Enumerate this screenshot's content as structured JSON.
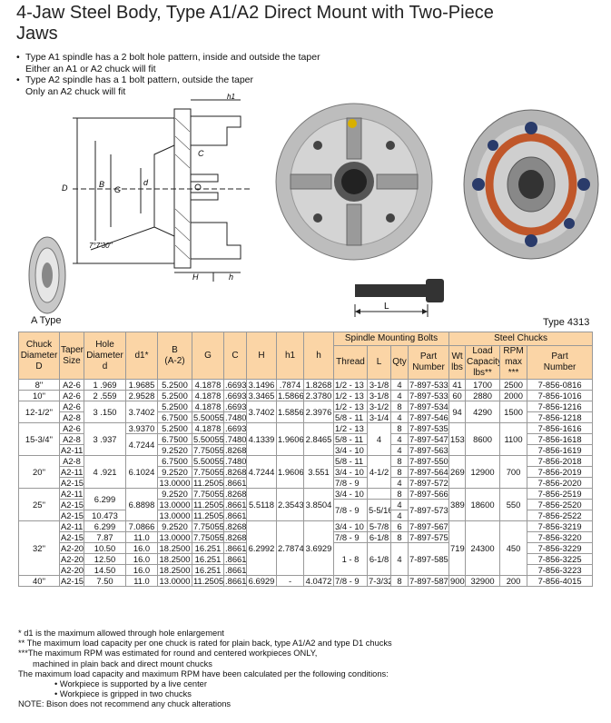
{
  "title": "4-Jaw Steel Body, Type A1/A2 Direct Mount with Two-Piece Jaws",
  "bullets": [
    {
      "line1": "Type A1 spindle has a 2 bolt hole pattern, inside and outside the taper",
      "line2": "Either an A1 or A2 chuck will fit"
    },
    {
      "line1": "Type A2 spindle has a 1 bolt pattern, outside the taper",
      "line2": "Only an A2 chuck will fit"
    }
  ],
  "figure_labels": {
    "a_type": "A Type",
    "type_4313": "Type 4313",
    "angle": "7°7'30''",
    "dim_h1": "h1",
    "dim_c": "C",
    "dim_d": "D",
    "dim_b": "B",
    "dim_g": "G",
    "dim_d_small": "d",
    "dim_h_cap": "H",
    "dim_h": "h",
    "dim_l": "L"
  },
  "table": {
    "headers": {
      "chuck_diameter": [
        "Chuck",
        "Diameter",
        "D"
      ],
      "taper_size": [
        "Taper",
        "Size"
      ],
      "hole_diameter": [
        "Hole",
        "Diameter",
        "d"
      ],
      "d1": "d1*",
      "b": [
        "B",
        "(A-2)"
      ],
      "g": "G",
      "c": "C",
      "h_cap": "H",
      "h1": "h1",
      "h": "h",
      "spindle_group": "Spindle Mounting Bolts",
      "thread": "Thread",
      "l": "L",
      "qty": "Qty",
      "part": [
        "Part",
        "Number"
      ],
      "steel_group": "Steel Chucks",
      "wt": [
        "Wt",
        "lbs"
      ],
      "load": [
        "Load",
        "Capacity",
        "lbs**"
      ],
      "rpm": [
        "RPM",
        "max",
        "***"
      ],
      "part2": [
        "Part",
        "Number"
      ]
    },
    "groups": [
      {
        "d": "8''",
        "d1": "1.9685",
        "h_cap": "3.1496",
        "h1": ".7874",
        "h": "1.8268",
        "wt": "41",
        "load": "1700",
        "rpm": "2500",
        "rows": [
          {
            "taper": "A2-6",
            "hole": "1 .969",
            "b": "5.2500",
            "g": "4.1878",
            "c": ".6693",
            "thread": "1/2 - 13",
            "l": "3-1/8",
            "qty": "4",
            "part": "7-897-533",
            "part2": "7-856-0816"
          }
        ]
      },
      {
        "d": "10''",
        "d1": "2.9528",
        "h_cap": "3.3465",
        "h1": "1.5866",
        "h": "2.3780",
        "wt": "60",
        "load": "2880",
        "rpm": "2000",
        "rows": [
          {
            "taper": "A2-6",
            "hole": "2 .559",
            "b": "5.2500",
            "g": "4.1878",
            "c": ".6693",
            "thread": "1/2 - 13",
            "l": "3-1/8",
            "qty": "4",
            "part": "7-897-533",
            "part2": "7-856-1016"
          }
        ]
      },
      {
        "d": "12-1/2''",
        "hole": "3 .150",
        "d1": "3.7402",
        "h_cap": "3.7402",
        "h1": "1.5856",
        "h": "2.3976",
        "wt": "94",
        "load": "4290",
        "rpm": "1500",
        "rows": [
          {
            "taper": "A2-6",
            "b": "5.2500",
            "g": "4.1878",
            "c": ".6693",
            "thread": "1/2 - 13",
            "l": "3-1/2",
            "qty": "8",
            "part": "7-897-534",
            "part2": "7-856-1216"
          },
          {
            "taper": "A2-8",
            "b": "6.7500",
            "g": "5.50055",
            "c": ".7480",
            "thread": "5/8 - 11",
            "l": "3-1/4",
            "qty": "4",
            "part": "7-897-546",
            "part2": "7-856-1218"
          }
        ]
      },
      {
        "d": "15-3/4''",
        "hole": "3 .937",
        "d1_top": "3.9370",
        "d1": "4.7244",
        "h_cap": "4.1339",
        "h1": "1.9606",
        "h": "2.8465",
        "l": "4",
        "wt": "153",
        "load": "8600",
        "rpm": "1100",
        "rows": [
          {
            "taper": "A2-6",
            "b": "5.2500",
            "g": "4.1878",
            "c": ".6693",
            "thread": "1/2 - 13",
            "qty": "8",
            "part": "7-897-535",
            "part2": "7-856-1616"
          },
          {
            "taper": "A2-8",
            "b": "6.7500",
            "g": "5.50055",
            "c": ".7480",
            "thread": "5/8 - 11",
            "qty": "4",
            "part": "7-897-547",
            "part2": "7-856-1618"
          },
          {
            "taper": "A2-11",
            "b": "9.2520",
            "g": "7.75055",
            "c": ".8268",
            "thread": "3/4 - 10",
            "qty": "4",
            "part": "7-897-563",
            "part2": "7-856-1619"
          }
        ]
      },
      {
        "d": "20''",
        "hole": "4 .921",
        "d1": "6.1024",
        "h_cap": "4.7244",
        "h1": "1.9606",
        "h": "3.551",
        "l": "4-1/2",
        "wt": "269",
        "load": "12900",
        "rpm": "700",
        "rows": [
          {
            "taper": "A2-8",
            "b": "6.7500",
            "g": "5.50055",
            "c": ".7480",
            "thread": "5/8 - 11",
            "qty": "8",
            "part": "7-897-550",
            "part2": "7-856-2018"
          },
          {
            "taper": "A2-11",
            "b": "9.2520",
            "g": "7.75055",
            "c": ".8268",
            "thread": "3/4 - 10",
            "qty": "8",
            "part": "7-897-564",
            "part2": "7-856-2019"
          },
          {
            "taper": "A2-15",
            "b": "13.0000",
            "g": "11.2505",
            "c": ".8661",
            "thread": "7/8 - 9",
            "qty": "4",
            "part": "7-897-572",
            "part2": "7-856-2020"
          }
        ]
      },
      {
        "d": "25''",
        "d1": "6.8898",
        "h_cap": "5.5118",
        "h1": "2.3543",
        "h": "3.8504",
        "wt": "389",
        "load": "18600",
        "rpm": "550",
        "rows": [
          {
            "taper": "A2-11",
            "hole": "6.299",
            "b": "9.2520",
            "g": "7.75055",
            "c": ".8268",
            "thread": "3/4 - 10",
            "l": "",
            "qty": "8",
            "part": "7-897-566",
            "part2": "7-856-2519"
          },
          {
            "taper": "A2-15",
            "b": "13.0000",
            "g": "11.2505",
            "c": ".8661",
            "thread": "7/8 - 9",
            "l": "5-5/16",
            "qty": "4",
            "part": "7-897-573",
            "part2": "7-856-2520"
          },
          {
            "taper": "A2-15",
            "hole": "10.473",
            "b": "13.0000",
            "g": "11.2505",
            "c": ".8661",
            "qty": "4",
            "part2": "7-856-2522"
          }
        ]
      },
      {
        "d": "32''",
        "h_cap": "6.2992",
        "h1": "2.7874",
        "h": "3.6929",
        "wt": "719",
        "load": "24300",
        "rpm": "450",
        "rows": [
          {
            "taper": "A2-11",
            "hole": "6.299",
            "d1": "7.0866",
            "b": "9.2520",
            "g": "7.75055",
            "c": ".8268",
            "thread": "3/4 - 10",
            "l": "5-7/8",
            "qty": "6",
            "part": "7-897-567",
            "part2": "7-856-3219"
          },
          {
            "taper": "A2-15",
            "hole": "7.87",
            "d1": "11.0",
            "b": "13.0000",
            "g": "7.75055",
            "c": ".8268",
            "thread": "7/8 - 9",
            "l": "6-1/8",
            "qty": "8",
            "part": "7-897-575",
            "part2": "7-856-3220"
          },
          {
            "taper": "A2-20",
            "hole": "10.50",
            "d1": "16.0",
            "b": "18.2500",
            "g": "16.251",
            "c": ".8661",
            "thread": "",
            "l": "",
            "qty": "",
            "part": "",
            "part2": "7-856-3229"
          },
          {
            "taper": "A2-20",
            "hole": "12.50",
            "d1": "16.0",
            "b": "18.2500",
            "g": "16.251",
            "c": ".8661",
            "thread": "1 - 8",
            "l": "6-1/8",
            "qty": "4",
            "part": "7-897-585",
            "part2": "7-856-3225"
          },
          {
            "taper": "A2-20",
            "hole": "14.50",
            "d1": "16.0",
            "b": "18.2500",
            "g": "16.251",
            "c": ".8661",
            "part2": "7-856-3223"
          }
        ]
      },
      {
        "d": "40''",
        "d1": "11.0",
        "h_cap": "6.6929",
        "h1": "-",
        "h": "4.0472",
        "wt": "900",
        "load": "32900",
        "rpm": "200",
        "rows": [
          {
            "taper": "A2-15",
            "hole": "7.50",
            "b": "13.0000",
            "g": "11.2505",
            "c": ".8661",
            "thread": "7/8 - 9",
            "l": "7-3/32",
            "qty": "8",
            "part": "7-897-587",
            "part2": "7-856-4015"
          }
        ]
      }
    ]
  },
  "notes": [
    "*  d1 is the maximum allowed through hole enlargement",
    "** The maximum load capacity per one chuck is rated for plain back, type A1/A2 and type D1 chucks",
    "***The maximum RPM was estimated for round and centered workpieces ONLY,",
    "machined in plain back and direct mount chucks",
    "The maximum load capacity and maximum RPM have been calculated per the following conditions:",
    "•  Workpiece is supported by a live center",
    "•  Workpiece is gripped in two chucks",
    "NOTE:      Bison does not recommend any chuck  alterations"
  ]
}
